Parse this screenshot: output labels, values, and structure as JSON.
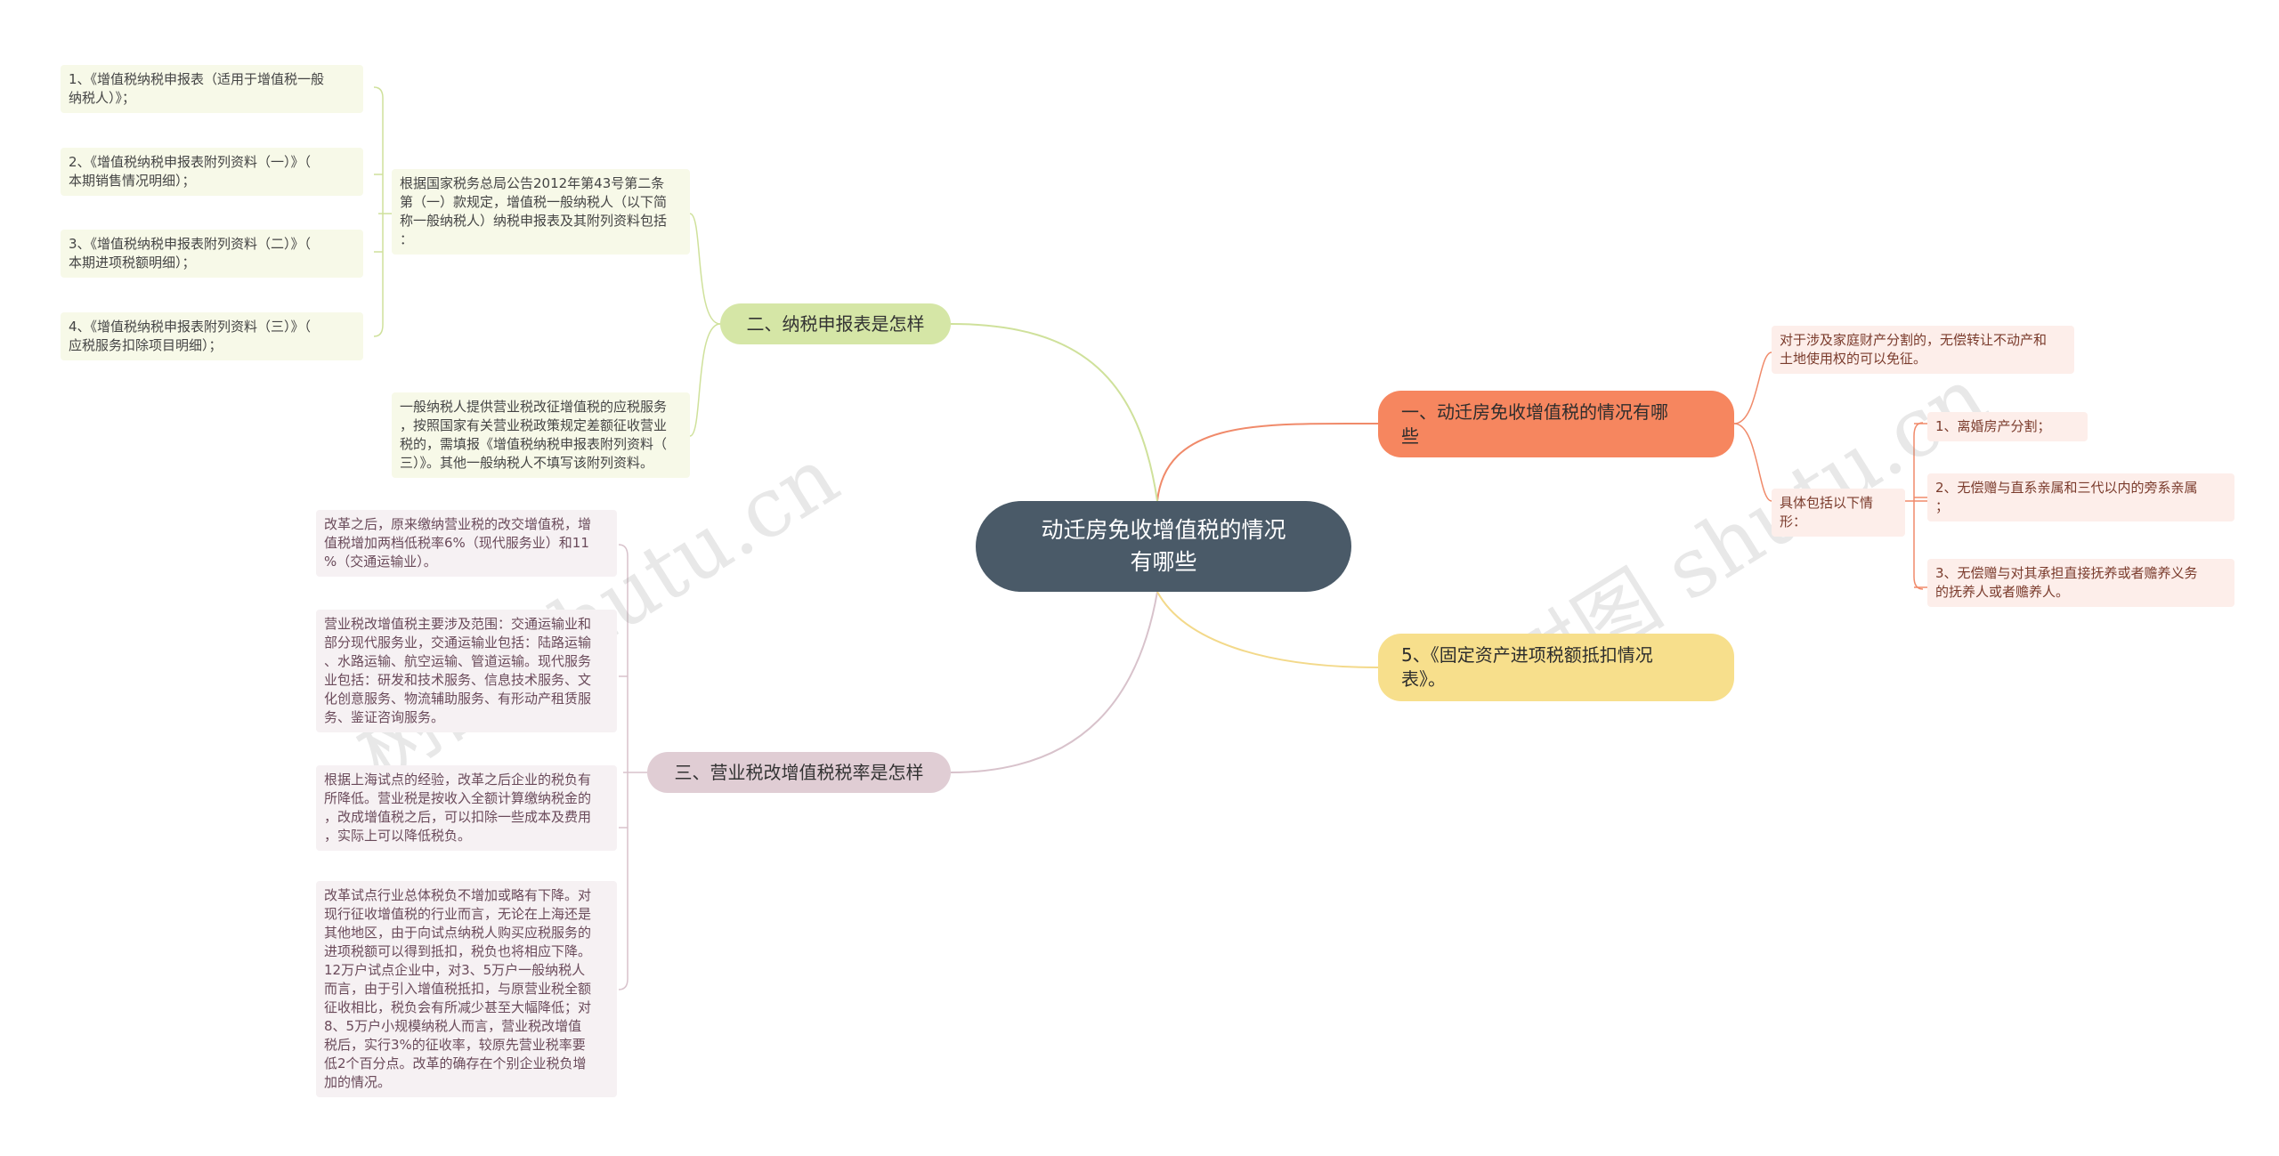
{
  "root": {
    "text": "动迁房免收增值税的情况\n有哪些"
  },
  "branches": {
    "b1": {
      "text": "一、动迁房免收增值税的情况有哪\n些",
      "color": "#f6865f"
    },
    "b2": {
      "text": "二、纳税申报表是怎样",
      "color": "#d5e6a6"
    },
    "b3": {
      "text": "三、营业税改增值税税率是怎样",
      "color": "#e0cdd4"
    },
    "b5": {
      "text": "5、《固定资产进项税额抵扣情况\n表》。",
      "color": "#f7df8c"
    }
  },
  "b1_children": {
    "c1": "对于涉及家庭财产分割的，无偿转让不动产和\n土地使用权的可以免征。",
    "c2": "具体包括以下情形：",
    "c2_items": [
      "1、离婚房产分割；",
      "2、无偿赠与直系亲属和三代以内的旁系亲属\n；",
      "3、无偿赠与对其承担直接抚养或者赡养义务\n的抚养人或者赡养人。"
    ]
  },
  "b2_children": {
    "c1": "根据国家税务总局公告2012年第43号第二条\n第（一）款规定，增值税一般纳税人（以下简\n称一般纳税人）纳税申报表及其附列资料包括\n：",
    "c1_items": [
      "1、《增值税纳税申报表（适用于增值税一般\n纳税人）》；",
      "2、《增值税纳税申报表附列资料（一）》（\n本期销售情况明细）；",
      "3、《增值税纳税申报表附列资料（二）》（\n本期进项税额明细）；",
      "4、《增值税纳税申报表附列资料（三）》（\n应税服务扣除项目明细）；"
    ],
    "c2": "一般纳税人提供营业税改征增值税的应税服务\n，按照国家有关营业税政策规定差额征收营业\n税的，需填报《增值税纳税申报表附列资料（\n三）》。其他一般纳税人不填写该附列资料。"
  },
  "b3_children": [
    "改革之后，原来缴纳营业税的改交增值税，增\n值税增加两档低税率6%（现代服务业）和11\n%（交通运输业）。",
    "营业税改增值税主要涉及范围：交通运输业和\n部分现代服务业，交通运输业包括：陆路运输\n、水路运输、航空运输、管道运输。现代服务\n业包括：研发和技术服务、信息技术服务、文\n化创意服务、物流辅助服务、有形动产租赁服\n务、鉴证咨询服务。",
    "根据上海试点的经验，改革之后企业的税负有\n所降低。营业税是按收入全额计算缴纳税金的\n，改成增值税之后，可以扣除一些成本及费用\n，实际上可以降低税负。",
    "改革试点行业总体税负不增加或略有下降。对\n现行征收增值税的行业而言，无论在上海还是\n其他地区，由于向试点纳税人购买应税服务的\n进项税额可以得到抵扣，税负也将相应下降。\n12万户试点企业中，对3、5万户一般纳税人\n而言，由于引入增值税抵扣，与原营业税全额\n征收相比，税负会有所减少甚至大幅降低；对\n8、5万户小规模纳税人而言，营业税改增值\n税后，实行3%的征收率，较原先营业税率要\n低2个百分点。改革的确存在个别企业税负增\n加的情况。"
  ],
  "watermarks": [
    "树图 shutu.cn",
    "树图 shutu.cn"
  ],
  "colors": {
    "root": "#4a5a68",
    "edge_orange": "#f08a6a",
    "edge_green": "#cfe19b",
    "edge_purple": "#d8c2cb",
    "edge_yellow": "#f3d98a"
  }
}
